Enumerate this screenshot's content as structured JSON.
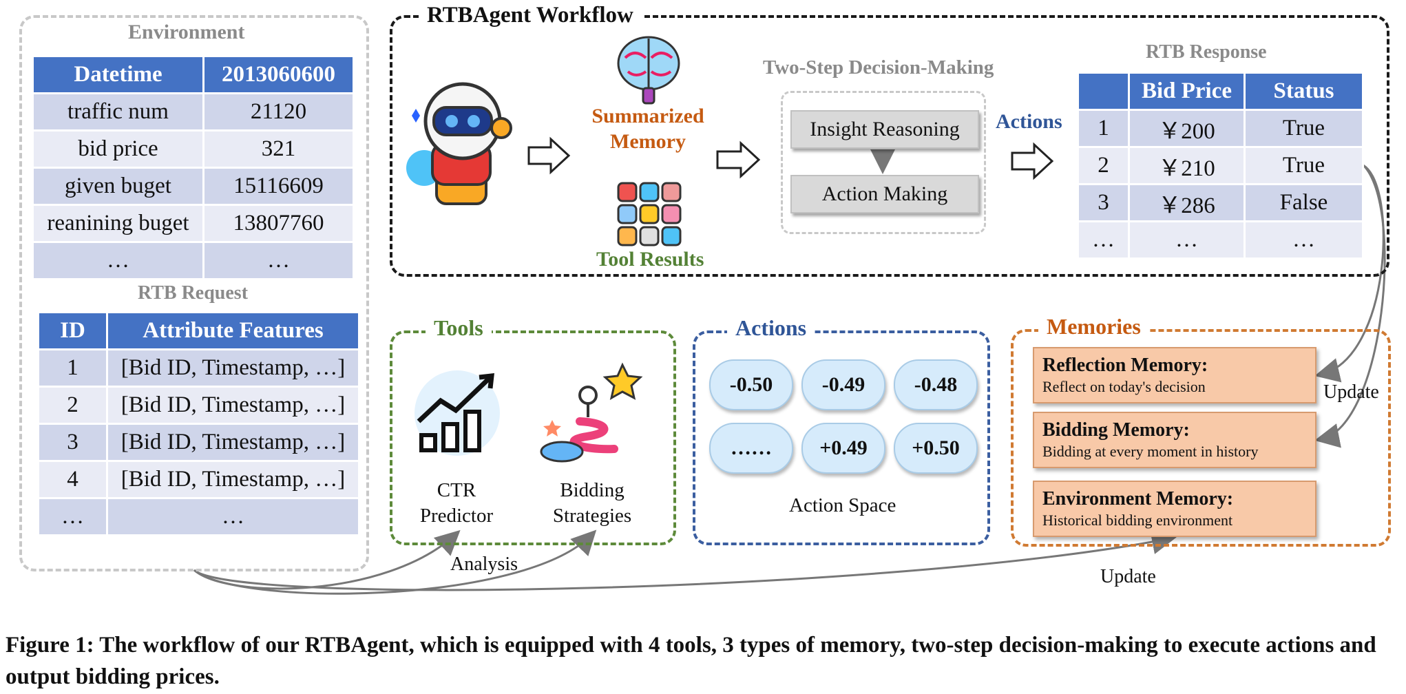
{
  "workflow_title": "RTBAgent Workflow",
  "environment": {
    "title": "Environment",
    "header": [
      "Datetime",
      "2013060600"
    ],
    "rows": [
      [
        "traffic num",
        "21120"
      ],
      [
        "bid price",
        "321"
      ],
      [
        "given buget",
        "15116609"
      ],
      [
        "reanining buget",
        "13807760"
      ],
      [
        "…",
        "…"
      ]
    ]
  },
  "request": {
    "title": "RTB Request",
    "header": [
      "ID",
      "Attribute Features"
    ],
    "rows": [
      [
        "1",
        "[Bid ID, Timestamp, …]"
      ],
      [
        "2",
        "[Bid ID, Timestamp, …]"
      ],
      [
        "3",
        "[Bid ID, Timestamp, …]"
      ],
      [
        "4",
        "[Bid ID, Timestamp, …]"
      ],
      [
        "…",
        "…"
      ]
    ]
  },
  "summarized_memory": [
    "Summarized",
    "Memory"
  ],
  "tool_results": "Tool Results",
  "two_step": {
    "title": "Two-Step Decision-Making",
    "step1": "Insight Reasoning",
    "step2": "Action Making"
  },
  "actions_arrow_label": "Actions",
  "response": {
    "title": "RTB Response",
    "header": [
      "",
      "Bid Price",
      "Status"
    ],
    "rows": [
      [
        "1",
        "￥200",
        "True"
      ],
      [
        "2",
        "￥210",
        "True"
      ],
      [
        "3",
        "￥286",
        "False"
      ],
      [
        "…",
        "…",
        "…"
      ]
    ]
  },
  "tools": {
    "title": "Tools",
    "items": [
      {
        "label": [
          "CTR",
          "Predictor"
        ],
        "icon": "trend-chart-icon"
      },
      {
        "label": [
          "Bidding",
          "Strategies"
        ],
        "icon": "strategy-path-icon"
      }
    ]
  },
  "actions": {
    "title": "Actions",
    "values": [
      "-0.50",
      "-0.49",
      "-0.48",
      "……",
      "+0.49",
      "+0.50"
    ],
    "caption": "Action Space"
  },
  "memories": {
    "title": "Memories",
    "items": [
      {
        "title": "Reflection Memory:",
        "desc": "Reflect on today's decision"
      },
      {
        "title": "Bidding Memory:",
        "desc": "Bidding at every moment in history"
      },
      {
        "title": "Environment Memory:",
        "desc": "Historical bidding environment"
      }
    ]
  },
  "edge_labels": {
    "analysis": "Analysis",
    "update_right": "Update",
    "update_bottom": "Update"
  },
  "caption": "Figure 1: The workflow of our RTBAgent, which is equipped with 4 tools, 3 types of memory, two-step decision-making to execute actions and output bidding prices.",
  "colors": {
    "table_header": "#4472c4",
    "table_row_dark": "#cfd5ea",
    "table_row_light": "#e9ebf5",
    "memory_orange": "#c55a11",
    "tools_green": "#538135",
    "actions_blue": "#2f5597",
    "memory_card": "#f8c9a8",
    "pill_blue": "#d6ebfb"
  }
}
